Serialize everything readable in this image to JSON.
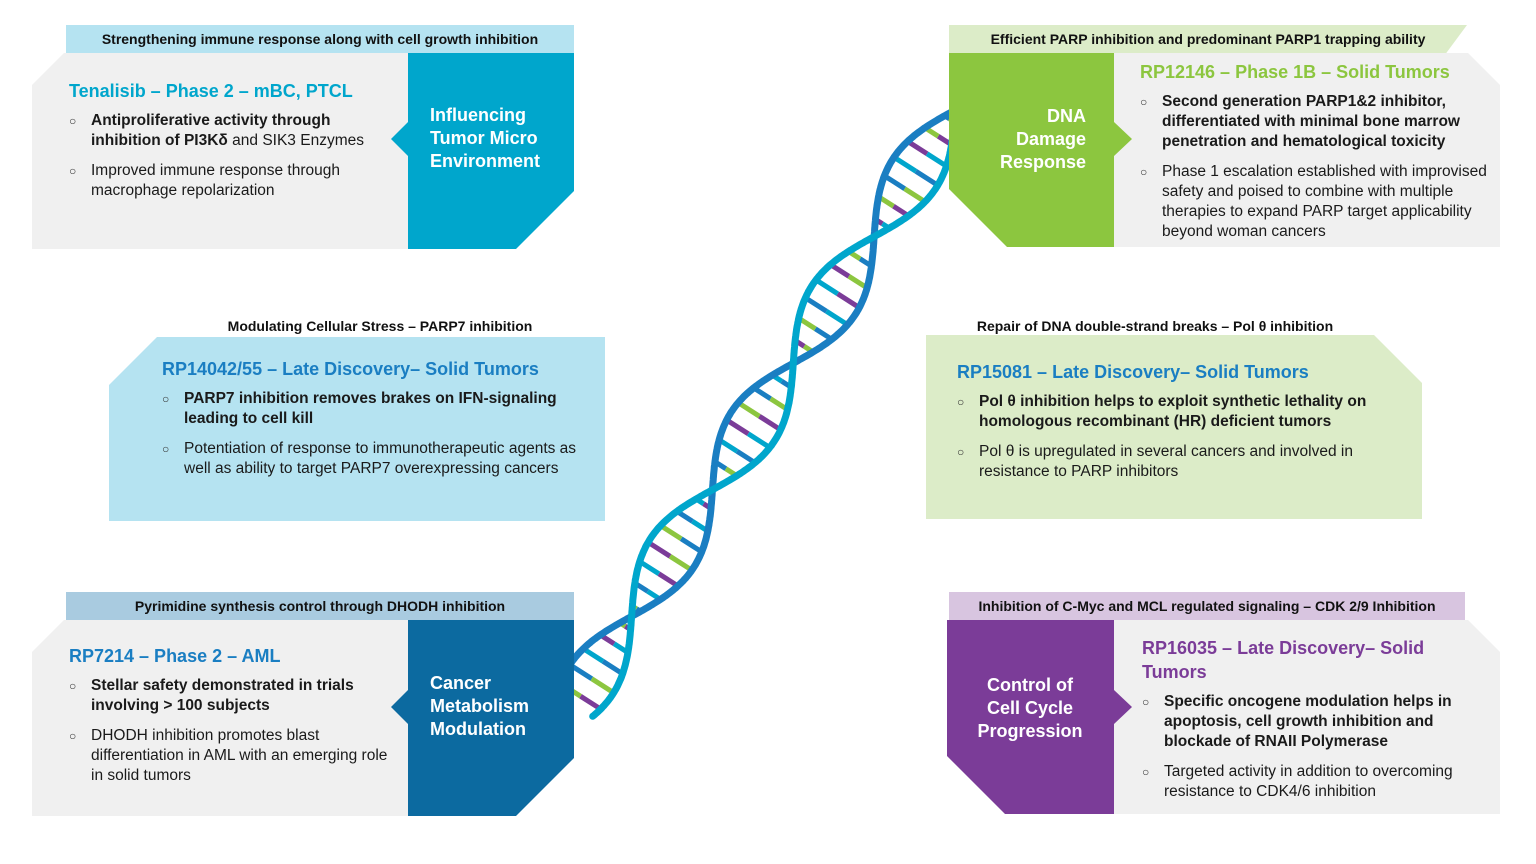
{
  "colors": {
    "cyan": "#00a6cc",
    "green": "#8cc63f",
    "lightblue": "#b5e3f1",
    "lightgreen": "#dcecc8",
    "darkblue": "#0c6aa0",
    "purple": "#7b3c98",
    "lavender": "#d8c5e0",
    "panelgray": "#f0f0f0"
  },
  "blocks": {
    "top_left": {
      "header": "Strengthening immune response along with cell growth inhibition",
      "title": "Tenalisib – Phase 2 – mBC, PTCL",
      "bullets": [
        "Antiproliferative activity through inhibition of PI3Kδ",
        "and SIK3 Enzymes",
        "Improved immune response through macrophage repolarization"
      ],
      "label": [
        "Influencing",
        "Tumor Micro",
        "Environment"
      ]
    },
    "top_right": {
      "header": "Efficient PARP inhibition and predominant PARP1 trapping ability",
      "title": "RP12146 – Phase 1B – Solid Tumors",
      "bullets": [
        "Second generation PARP1&2 inhibitor, differentiated with minimal bone marrow penetration and hematological toxicity",
        "Phase 1 escalation established with improvised safety and poised to combine with multiple therapies to expand PARP target applicability beyond woman cancers"
      ],
      "label": [
        "DNA",
        "Damage",
        "Response"
      ]
    },
    "mid_left": {
      "header": "Modulating Cellular Stress – PARP7 inhibition",
      "title": "RP14042/55 – Late Discovery– Solid Tumors",
      "bullets": [
        "PARP7 inhibition removes brakes on IFN-signaling leading to cell kill",
        "Potentiation of response to immunotherapeutic agents as well as ability to target PARP7 overexpressing cancers"
      ]
    },
    "mid_right": {
      "header": "Repair of DNA double-strand breaks – Pol θ inhibition",
      "title": "RP15081 – Late Discovery– Solid Tumors",
      "bullets": [
        "Pol θ inhibition helps to exploit synthetic lethality on homologous recombinant (HR) deficient tumors",
        "Pol θ is upregulated in several cancers and involved in resistance to PARP inhibitors"
      ]
    },
    "bottom_left": {
      "header": "Pyrimidine synthesis control through DHODH inhibition",
      "title": "RP7214 – Phase 2 – AML",
      "bullets": [
        "Stellar safety demonstrated in trials involving > 100 subjects",
        "DHODH inhibition promotes blast differentiation in AML with an emerging role in solid tumors"
      ],
      "label": [
        "Cancer",
        "Metabolism",
        "Modulation"
      ]
    },
    "bottom_right": {
      "header": "Inhibition of C-Myc and MCL regulated signaling – CDK 2/9 Inhibition",
      "title": "RP16035 – Late Discovery– Solid Tumors",
      "bullets": [
        "Specific oncogene modulation helps in apoptosis, cell growth inhibition and blockade of RNAII Polymerase",
        "Targeted activity in addition to overcoming resistance to  CDK4/6 inhibition"
      ],
      "label": [
        "Control of",
        "Cell Cycle",
        "Progression"
      ]
    }
  }
}
